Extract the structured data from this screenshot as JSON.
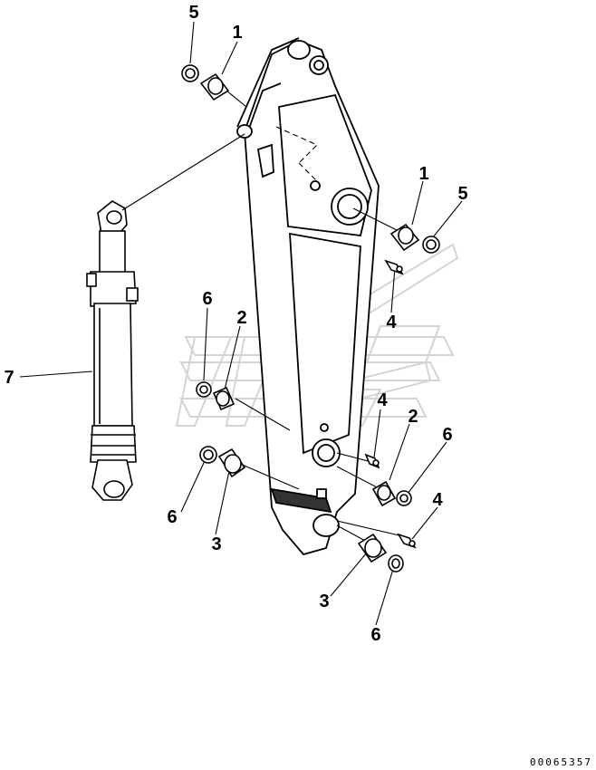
{
  "callouts": [
    {
      "id": "c5a",
      "label": "5"
    },
    {
      "id": "c1a",
      "label": "1"
    },
    {
      "id": "c1b",
      "label": "1"
    },
    {
      "id": "c5b",
      "label": "5"
    },
    {
      "id": "c4a",
      "label": "4"
    },
    {
      "id": "c6a",
      "label": "6"
    },
    {
      "id": "c2a",
      "label": "2"
    },
    {
      "id": "c7",
      "label": "7"
    },
    {
      "id": "c4b",
      "label": "4"
    },
    {
      "id": "c2b",
      "label": "2"
    },
    {
      "id": "c6b",
      "label": "6"
    },
    {
      "id": "c6c",
      "label": "6"
    },
    {
      "id": "c3a",
      "label": "3"
    },
    {
      "id": "c4c",
      "label": "4"
    },
    {
      "id": "c3b",
      "label": "3"
    },
    {
      "id": "c6d",
      "label": "6"
    }
  ],
  "document_number": "00065357"
}
